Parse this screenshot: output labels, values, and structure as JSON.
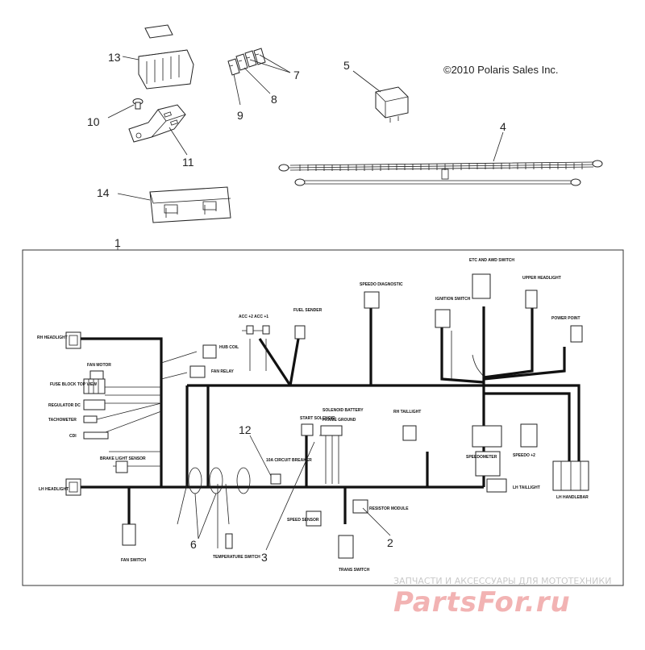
{
  "copyright": "©2010 Polaris Sales Inc.",
  "watermark": {
    "tagline": "ЗАПЧАСТИ И АКСЕССУАРЫ ДЛЯ МОТОТЕХНИКИ",
    "brand": "PartsFor.ru"
  },
  "callouts": {
    "c1": "1",
    "c2": "2",
    "c3": "3",
    "c4": "4",
    "c5": "5",
    "c6": "6",
    "c7": "7",
    "c8": "8",
    "c9": "9",
    "c10": "10",
    "c11": "11",
    "c12": "12",
    "c13": "13",
    "c14": "14"
  },
  "harness_labels": {
    "rh_headlight": "RH HEADLIGHT",
    "lh_headlight": "LH HEADLIGHT",
    "fan_motor": "FAN MOTOR",
    "fuse_block": "FUSE BLOCK TOP VIEW",
    "regulator": "REGULATOR DC",
    "tachometer": "TACHOMETER",
    "cdi": "CDI",
    "hub_coil": "HUB COIL",
    "fan_relay": "FAN RELAY",
    "acc": "ACC +2  ACC +1",
    "fuel_sender": "FUEL SENDER",
    "speedo_diag": "SPEEDO DIAGNOSTIC",
    "ignition_switch": "IGNITION SWITCH",
    "etc_awd": "ETC AND AWD SWITCH",
    "upper_headlight": "UPPER HEADLIGHT",
    "power_point": "POWER POINT",
    "start_solenoid": "START SOLENOID",
    "solenoid_battery": "SOLENOID BATTERY",
    "frame_ground": "FRAME GROUND",
    "rh_taillight": "RH TAILLIGHT",
    "speedometer": "SPEEDOMETER",
    "speedo2": "SPEEDO +2",
    "lh_taillight": "LH TAILLIGHT",
    "lh_handlebar": "LH HANDLEBAR",
    "brake_light_sensor": "BRAKE LIGHT SENSOR",
    "circuit_breaker": "10A CIRCUIT BREAKER",
    "speed_sensor": "SPEED SENSOR",
    "resistor_module": "RESISTOR MODULE",
    "trans_switch": "TRANS SWITCH",
    "temperature_switch": "TEMPERATURE SWITCH",
    "fan_switch": "FAN SWITCH"
  }
}
